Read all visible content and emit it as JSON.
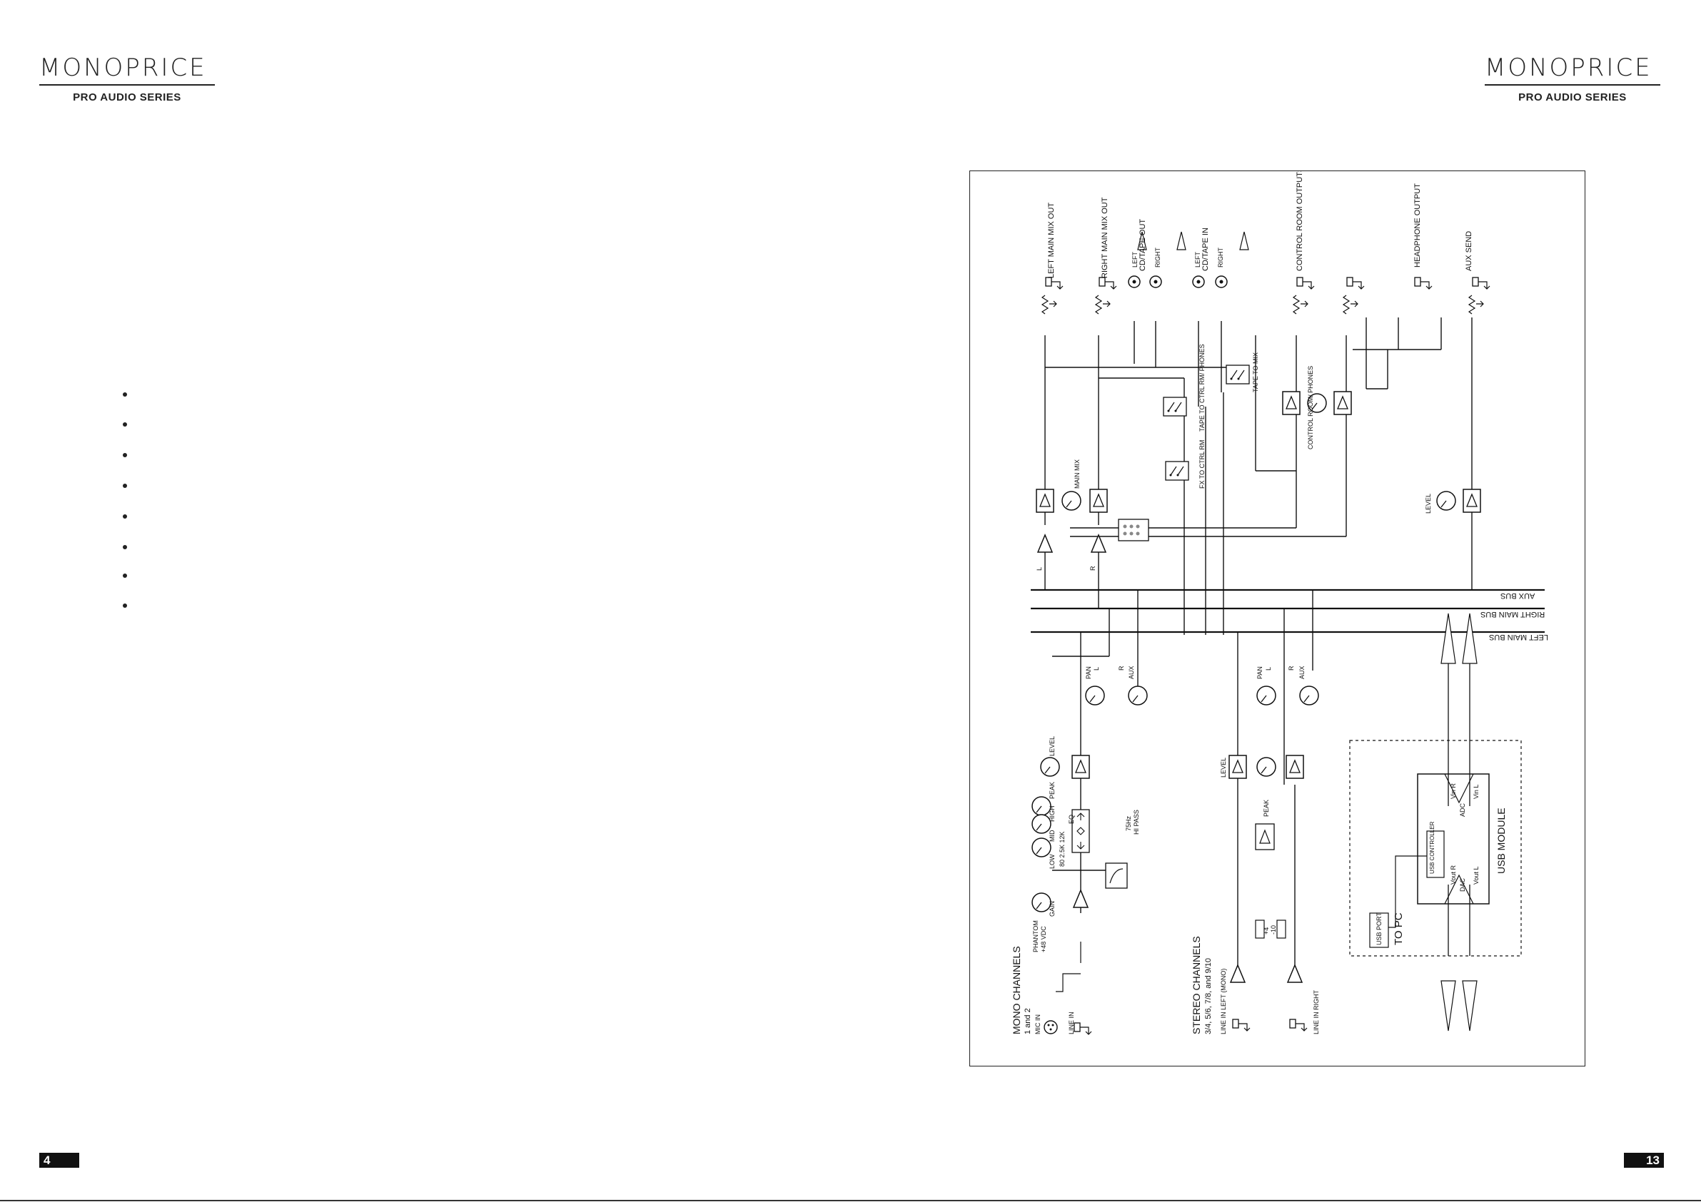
{
  "header": {
    "brand": "MONOPRICE",
    "series": "PRO AUDIO SERIES"
  },
  "left_page": {
    "bullet_count": 8,
    "page_number": "4"
  },
  "right_page": {
    "page_number": "13"
  },
  "diagram": {
    "buses": {
      "aux": "AUX BUS",
      "right_main": "RIGHT MAIN BUS",
      "left_main": "LEFT MAIN BUS"
    },
    "outputs": {
      "left_main_mix_out": "LEFT MAIN MIX OUT",
      "right_main_mix_out": "RIGHT MAIN MIX OUT",
      "cd_tape_out": "CD/TAPE OUT",
      "cd_tape_in": "CD/TAPE IN",
      "control_room_outputs": "CONTROL ROOM OUTPUTS",
      "headphone_output": "HEADPHONE OUTPUT",
      "aux_send": "AUX SEND",
      "left": "LEFT",
      "right": "RIGHT"
    },
    "switches": {
      "tape_to_ctrl_rm": "TAPE TO CTRL RM/ PHONES",
      "tape_to_mix": "TAPE TO MIX",
      "fx_to_ctrl_rm": "FX TO CTRL RM"
    },
    "labels": {
      "main_mix": "MAIN MIX",
      "control_room_phones": "CONTROL ROOM/ PHONES",
      "level": "LEVEL",
      "pan": "PAN",
      "aux": "AUX",
      "peak": "PEAK",
      "low": "LOW",
      "mid": "MID",
      "high": "HIGH",
      "gain": "GAIN",
      "eq_freqs": "80   2.5K  12K",
      "eq": "EQ",
      "hz75": "75Hz",
      "hi_pass": "HI PASS",
      "phantom": "PHANTOM",
      "v48": "+48 VDC",
      "mic_in": "MIC IN",
      "line_in": "LINE IN",
      "l": "L",
      "r": "R",
      "plus4": "+4",
      "minus10": "-10",
      "line_in_left_mono": "LINE IN LEFT (MONO)",
      "line_in_right": "LINE IN RIGHT"
    },
    "mono_channels": {
      "title": "MONO CHANNELS",
      "sub": "1 and 2"
    },
    "stereo_channels": {
      "title": "STEREO CHANNELS",
      "sub": "3/4, 5/6, 7/8, and 9/10"
    },
    "usb": {
      "module": "USB MODULE",
      "controller": "USB CONTROLLER",
      "port": "USB PORT",
      "to_pc": "TO PC",
      "adc": "ADC",
      "dac": "DAC",
      "vin_r": "Vin R",
      "vin_l": "Vin L",
      "vout_r": "Vout R",
      "vout_l": "Vout L"
    }
  }
}
